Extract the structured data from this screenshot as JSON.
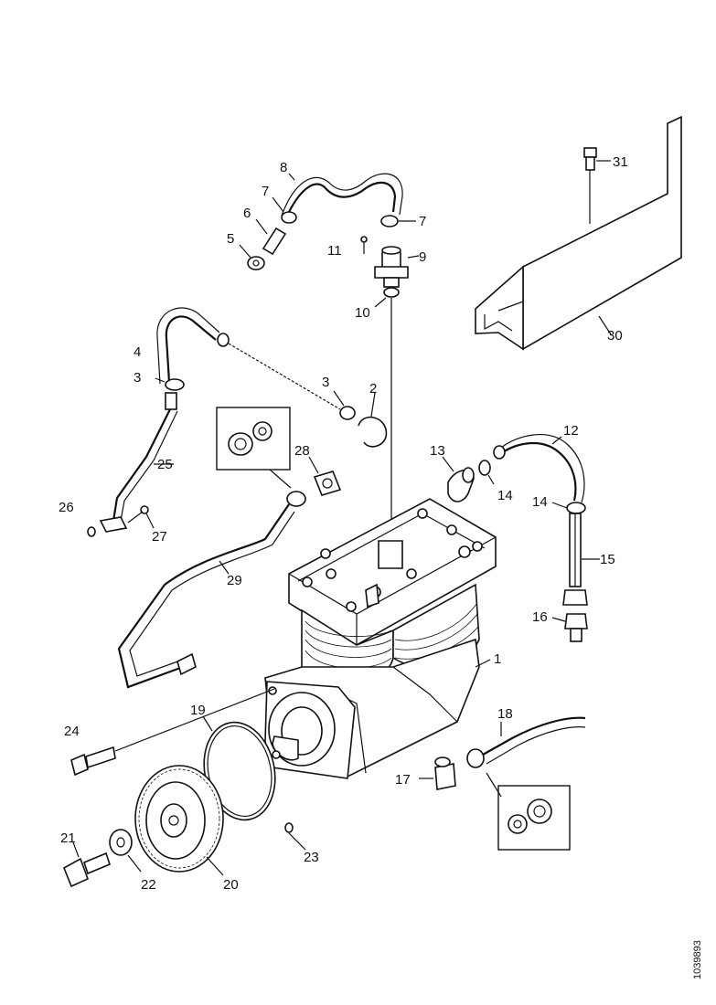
{
  "diagram": {
    "callouts": [
      "1",
      "2",
      "3",
      "3",
      "4",
      "5",
      "6",
      "7",
      "7",
      "8",
      "9",
      "10",
      "11",
      "12",
      "13",
      "14",
      "14",
      "15",
      "16",
      "17",
      "18",
      "19",
      "20",
      "21",
      "22",
      "23",
      "24",
      "25",
      "26",
      "27",
      "28",
      "29",
      "30",
      "31"
    ],
    "drawing_id": "1039893"
  },
  "colors": {
    "ink": "#111111",
    "paper": "#ffffff"
  }
}
